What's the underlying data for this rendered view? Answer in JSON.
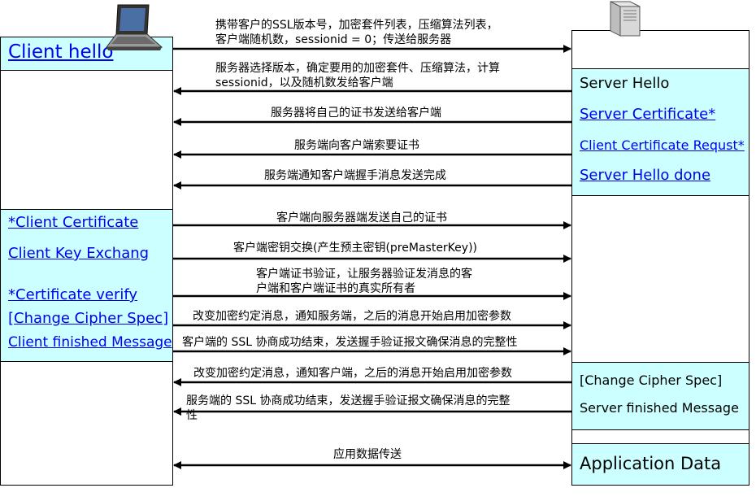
{
  "client": {
    "hello": "Client hello",
    "certificate": "*Client Certificate",
    "key_exchange": "Client Key Exchang",
    "cert_verify": "*Certificate verify",
    "change_cipher": "[Change Cipher Spec]",
    "finished": "Client finished Message"
  },
  "server": {
    "hello": "Server Hello",
    "certificate": "Server Certificate*",
    "cert_request": "Client Certificate Requst*",
    "hello_done": "Server Hello done",
    "change_cipher": "[Change Cipher Spec]",
    "finished": "Server finished Message",
    "app_data": "Application Data"
  },
  "messages": [
    {
      "line1": "携带客户的SSL版本号，加密套件列表，压缩算法列表，",
      "line2": "客户端随机数，sessionid = 0；传送给服务器",
      "direction": "right"
    },
    {
      "line1": "服务器选择版本，确定要用的加密套件、压缩算法，计算",
      "line2": "sessionid，以及随机数发给客户端",
      "direction": "left"
    },
    {
      "line1": "服务器将自己的证书发送给客户端",
      "line2": "",
      "direction": "left"
    },
    {
      "line1": "服务端向客户端索要证书",
      "line2": "",
      "direction": "left"
    },
    {
      "line1": "服务端通知客户端握手消息发送完成",
      "line2": "",
      "direction": "left"
    },
    {
      "line1": "客户端向服务器端发送自己的证书",
      "line2": "",
      "direction": "right"
    },
    {
      "line1": "客户端密钥交换(产生预主密钥(preMasterKey))",
      "line2": "",
      "direction": "right"
    },
    {
      "line1": "客户端证书验证，让服务器验证发消息的客",
      "line2": "户端和客户端证书的真实所有者",
      "direction": "right"
    },
    {
      "line1": "改变加密约定消息，通知服务端，之后的消息开始启用加密参数",
      "line2": "",
      "direction": "right"
    },
    {
      "line1": "客户端的 SSL 协商成功结束，发送握手验证报文确保消息的完整性",
      "line2": "",
      "direction": "right"
    },
    {
      "line1": "改变加密约定消息，通知客户端，之后的消息开始启用加密参数",
      "line2": "",
      "direction": "left"
    },
    {
      "line1": "服务端的 SSL 协商成功结束，发送握手验证报文确保消息的完整",
      "line2": "性",
      "direction": "left"
    },
    {
      "line1": "应用数据传送",
      "line2": "",
      "direction": "both"
    }
  ],
  "icons": {
    "client": "laptop-icon",
    "server": "server-tower-icon"
  }
}
